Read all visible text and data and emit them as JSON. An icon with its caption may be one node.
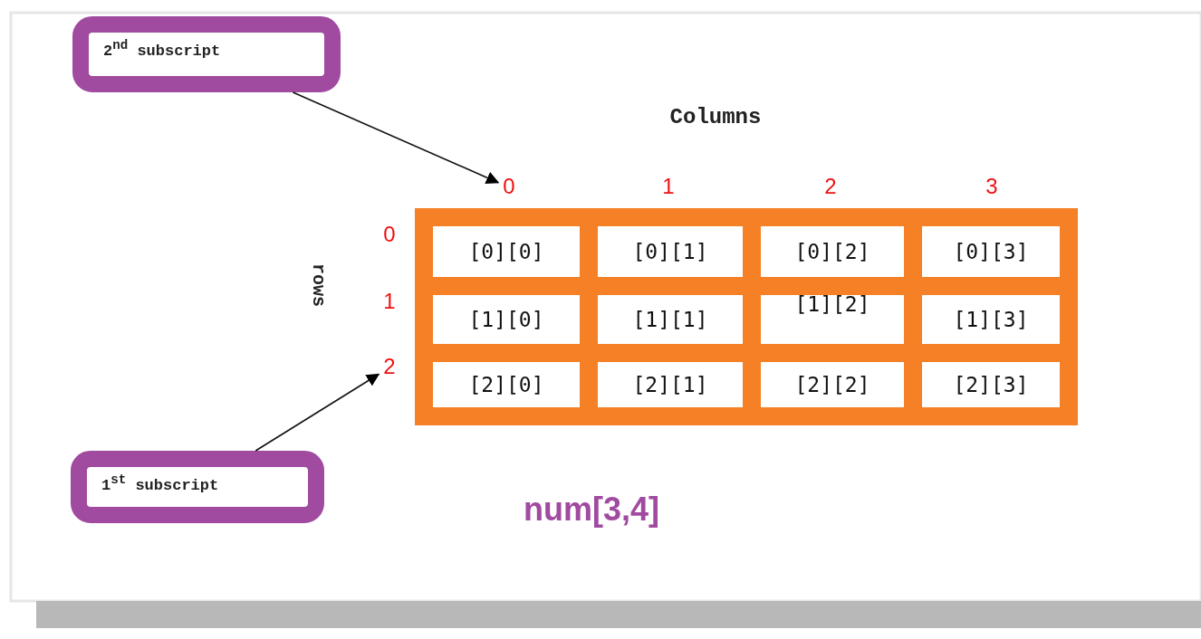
{
  "diagram": {
    "nodes": [
      {
        "text": [
          "2$^{nd}$ subscript"
        ]
      },
      {
        "text": [
          "0"
        ]
      },
      {
        "text": [],
        "shape": "box"
      },
      {
        "text": [
          "[0][0]"
        ],
        "in": 2
      },
      {
        "text": [
          "[0][1]"
        ],
        "in": 2
      },
      {
        "text": [
          "[0][2]"
        ],
        "in": 2
      },
      {
        "text": [
          "[0][3]"
        ],
        "in": 2
      },
      {
        "text": [
          "[1][0]"
        ],
        "in": 2
      },
      {
        "text": [
          "[1][1]"
        ],
        "in": 2
      },
      {
        "text": [
          "[1][2]"
        ],
        "in": 2
      },
      {
        "text": [
          "[1][3]"
        ],
        "in": 2
      },
      {
        "text": [
          "[2][0]"
        ],
        "in": 2
      },
      {
        "text": [
          "[2][1]"
        ],
        "in": 2
      },
      {
        "text": [
          "[2][2]"
        ],
        "in": 2
      },
      {
        "text": [
          "[2][3]"
        ],
        "in": 2
      },
      {
        "text": [
          "2"
        ]
      },
      {
        "text": [
          "1$^{st}$ subscript"
        ]
      }
    ],
    "edges": [
      {
        "from": 0,
        "to": 1,
        "arrow": "to"
      },
      {
        "from": 16,
        "to": 15,
        "arrow": "to"
      }
    ],
    "labels": [
      "Columns",
      "1",
      "2",
      "3",
      "0",
      "rows",
      "1",
      "num[3,4]"
    ]
  }
}
